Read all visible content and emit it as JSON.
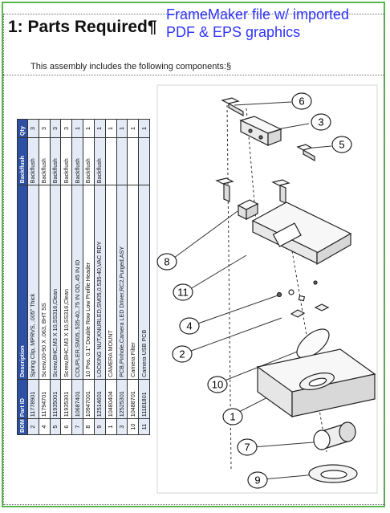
{
  "document": {
    "heading": "1: Parts Required¶",
    "overlay_note": "FrameMaker file w/ imported PDF & EPS graphics",
    "intro": "This assembly includes the following components:§"
  },
  "bom_table": {
    "headers": [
      "BOM ID",
      "Part ID",
      "Description",
      "Backflush",
      "Qty"
    ],
    "rows": [
      {
        "bom_id": "2",
        "part_id": "11778901",
        "description": "Spring Clip, MPRVS, .005\" Thick",
        "backflush": "Backflush",
        "qty": "3"
      },
      {
        "bom_id": "4",
        "part_id": "11794701",
        "description": "Screw,00-90 X .063, BHT SS",
        "backflush": "Backflush",
        "qty": "3"
      },
      {
        "bom_id": "5",
        "part_id": "11935001",
        "description": "Screw,BHC,M3 X 10,SS316,Clean",
        "backflush": "Backflush",
        "qty": "3"
      },
      {
        "bom_id": "6",
        "part_id": "11935301",
        "description": "Screw,BHC,M3 X 10,SS316,Clean",
        "backflush": "Backflush",
        "qty": "3"
      },
      {
        "bom_id": "7",
        "part_id": "10687401",
        "description": "COUPLER,SM05,.535-40,.75 IN OD,.45 IN ID",
        "backflush": "Backflush",
        "qty": "1"
      },
      {
        "bom_id": "8",
        "part_id": "10947001",
        "description": "10 Pos. 0.1\" Double Row Low Profile Header",
        "backflush": "Backflush",
        "qty": "1"
      },
      {
        "bom_id": "9",
        "part_id": "12514601",
        "description": "LOCKING NUT,KNURLED,SM05,0.535-40,VAC RDY",
        "backflush": "Backflush",
        "qty": "1"
      },
      {
        "bom_id": "1",
        "part_id": "10480404",
        "description": "CAMERA MOUNT",
        "backflush": "",
        "qty": "1"
      },
      {
        "bom_id": "3",
        "part_id": "12525301",
        "description": "PCB,Pinhole,Camera LED Driver,RC2,Purged,ASY",
        "backflush": "",
        "qty": "1"
      },
      {
        "bom_id": "10",
        "part_id": "10488701",
        "description": "Camera Filter",
        "backflush": "",
        "qty": "1"
      },
      {
        "bom_id": "11",
        "part_id": "11181801",
        "description": "Camera USB PCB",
        "backflush": "",
        "qty": "1"
      }
    ]
  },
  "callouts": [
    "6",
    "3",
    "5",
    "8",
    "11",
    "4",
    "2",
    "10",
    "1",
    "7",
    "9"
  ],
  "colors": {
    "frame": "#55b848",
    "overlay_text": "#2f34ff",
    "table_header": "#2d4fa4",
    "table_band": "#e4ebf7"
  }
}
